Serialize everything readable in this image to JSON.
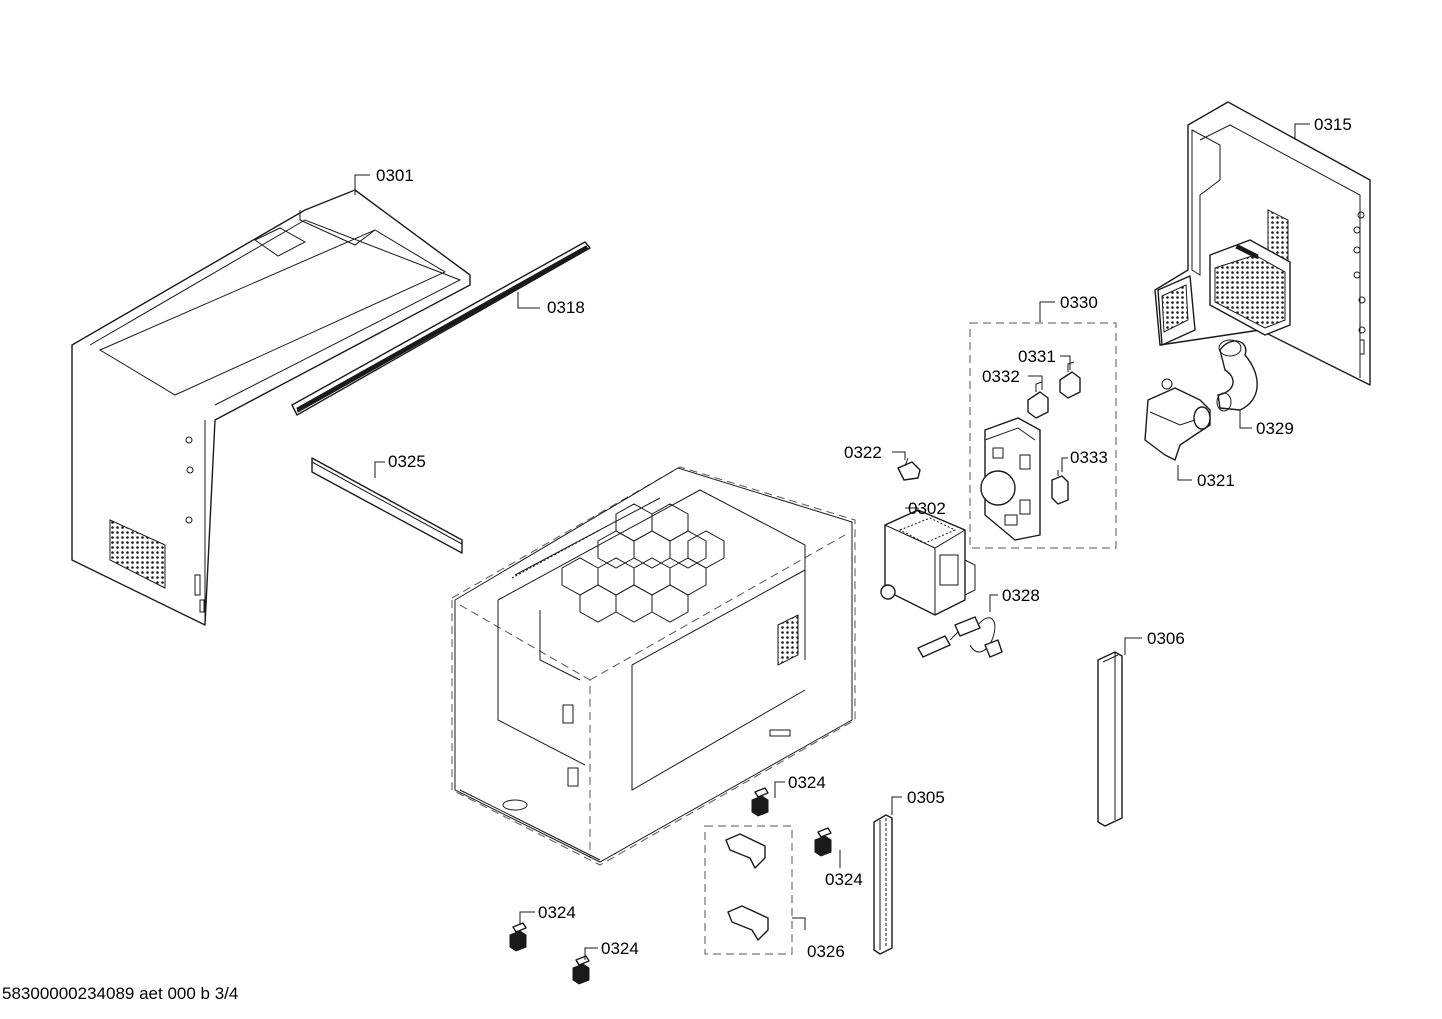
{
  "labels": {
    "p0301": "0301",
    "p0318": "0318",
    "p0325": "0325",
    "p0315": "0315",
    "p0330": "0330",
    "p0331": "0331",
    "p0332": "0332",
    "p0333": "0333",
    "p0322": "0322",
    "p0302": "0302",
    "p0329": "0329",
    "p0321": "0321",
    "p0328": "0328",
    "p0306": "0306",
    "p0324a": "0324",
    "p0324b": "0324",
    "p0324c": "0324",
    "p0324d": "0324",
    "p0305": "0305",
    "p0326": "0326"
  },
  "footer": {
    "doc_id": "58300000234089 aet 000 b 3/4"
  }
}
